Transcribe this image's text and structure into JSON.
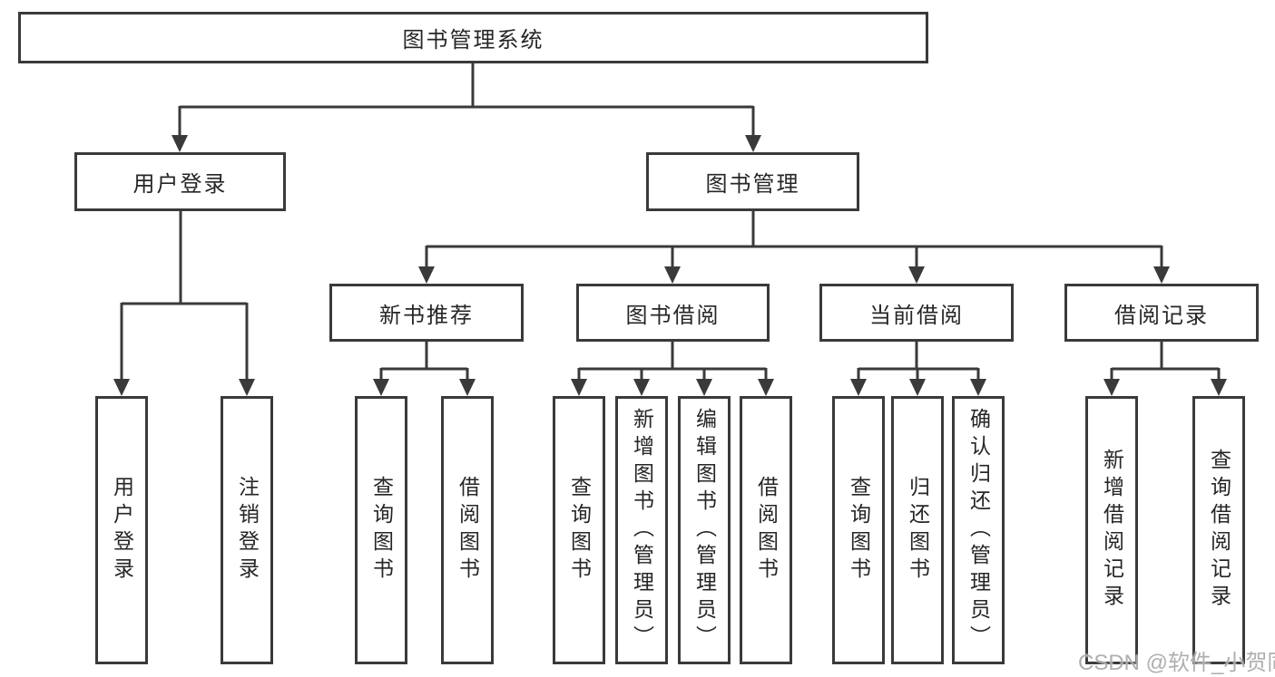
{
  "colors": {
    "box_border": "#3a3a3a",
    "connector": "#3a3a3a",
    "text": "#262626",
    "watermark": "#a4a4a4",
    "background": "#ffffff"
  },
  "watermark": {
    "text": "CSDN @软件_小贺同学"
  },
  "tree": {
    "root": {
      "label": "图书管理系统"
    },
    "branches": [
      {
        "label": "用户登录",
        "children": [
          {
            "label": "用户登录"
          },
          {
            "label": "注销登录"
          }
        ]
      },
      {
        "label": "图书管理",
        "children": [
          {
            "label": "新书推荐",
            "children": [
              {
                "label": "查询图书"
              },
              {
                "label": "借阅图书"
              }
            ]
          },
          {
            "label": "图书借阅",
            "children": [
              {
                "label": "查询图书"
              },
              {
                "label": "新增图书（管理员）"
              },
              {
                "label": "编辑图书（管理员）"
              },
              {
                "label": "借阅图书"
              }
            ]
          },
          {
            "label": "当前借阅",
            "children": [
              {
                "label": "查询图书"
              },
              {
                "label": "归还图书"
              },
              {
                "label": "确认归还（管理员）"
              }
            ]
          },
          {
            "label": "借阅记录",
            "children": [
              {
                "label": "新增借阅记录"
              },
              {
                "label": "查询借阅记录"
              }
            ]
          }
        ]
      }
    ]
  }
}
